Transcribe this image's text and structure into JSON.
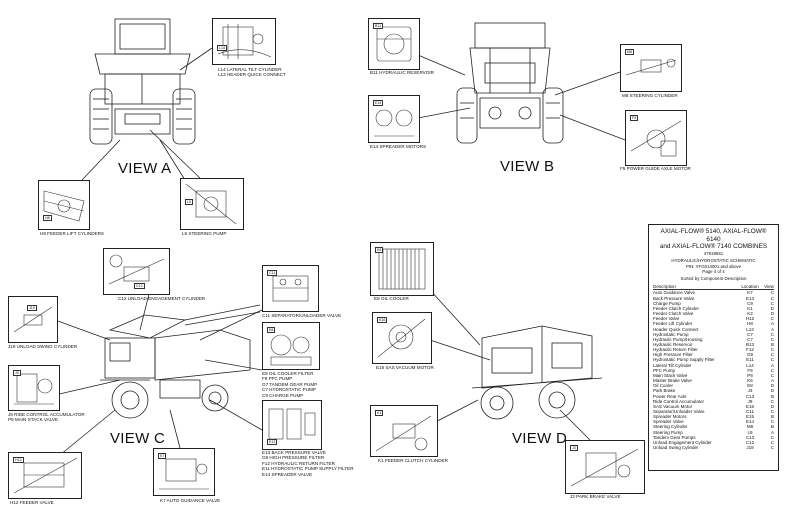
{
  "views": {
    "a": "VIEW A",
    "b": "VIEW B",
    "c": "VIEW C",
    "d": "VIEW D"
  },
  "insets": {
    "lateral_tilt": [
      "L14  LATERAL TILT CYLINDER",
      "L13  HEADER QUICK CONNECT"
    ],
    "feeder_lift": [
      "H8  FEEDER LIFT CYLINDERS"
    ],
    "steering_pump": [
      "L9  STEERING PUMP"
    ],
    "hyd_reservoir": [
      "B11  HYDRAULIC RESERVOIR"
    ],
    "steering_cyl": [
      "M8  STEERING CYLINDER"
    ],
    "spreader_motors": [
      "E14  SPREADER MOTORS"
    ],
    "power_guide": [
      "F5  POWER GUIDE AXLE MOTOR"
    ],
    "unload_engagement": [
      "C12  UNLOAD ENGAGEMENT CYLINDER"
    ],
    "unload_swing": [
      "J19  UNLOAD SWING CYLINDER"
    ],
    "separator_unloader": [
      "C11  SEPARATOR/UNLOADER VALVE"
    ],
    "oil_cooler_filter": [
      "E8  OIL COOLER FILTER",
      "F9  PFC PUMP",
      "G7  TANDEM GEAR PUMP",
      "C7  HYDROSTATIC PUMP",
      "C9  CHARGE PUMP"
    ],
    "ride_control": [
      "J9  RIDE CONTROL ACCUMULATOR",
      "P8  MAIN STACK VALVE"
    ],
    "back_pressure": [
      "E13  BACK PRESSURE VALVE",
      "G9  HIGH PRESSURE FILTER",
      "F12  HYDRAULIC RETURN FILTER",
      "E11  HYDROSTATIC PUMP SUPPLY FILTER",
      "E14  SPREADER VALVE"
    ],
    "feeder_valve": [
      "H12  FEEDER VALVE"
    ],
    "auto_guidance": [
      "K7  AUTO GUIDANCE VALVE"
    ],
    "oil_cooler": [
      "E8  OIL COOLER"
    ],
    "sas_vacuum": [
      "E16  SAS VACUUM MOTOR"
    ],
    "feeder_clutch": [
      "K1  FEEDER CLUTCH CYLINDER"
    ],
    "park_brake": [
      "J3  PARK BRAKE VALVE"
    ]
  },
  "tags": {
    "l14": "L14",
    "h8": "H8",
    "l9": "L9",
    "b11": "B11",
    "m8": "M8",
    "e14": "E14",
    "f5": "F5",
    "c12": "C12",
    "j19": "J19",
    "c11": "C11",
    "e8": "E8",
    "j9": "J9",
    "e13": "E13",
    "h12": "H12",
    "k7": "K7",
    "e16": "E16",
    "k1": "K1",
    "j3": "J3"
  },
  "legend": {
    "title_line1": "AXIAL-FLOW® 5140, AXIAL-FLOW® 6140",
    "title_line2": "and AXIAL-FLOW® 7140 COMBINES",
    "part_number": "47919561",
    "subtitle": "HYDRAULIC/HYDROSTATIC SCHEMATIC",
    "pin": "PIN: YFG014001 and above",
    "page": "Page 4 of 4",
    "sorted": "Sorted by Component Description",
    "col_description": "Description",
    "col_location": "Location",
    "col_view": "View",
    "rows": [
      [
        "Auto Guidance Valve",
        "K7",
        "C"
      ],
      [
        "Back Pressure Valve",
        "E13",
        "C"
      ],
      [
        "Charge Pump",
        "C9",
        "C"
      ],
      [
        "Feeder Clutch Cylinder",
        "K1",
        "D"
      ],
      [
        "Feeder Clutch Valve",
        "K2",
        "D"
      ],
      [
        "Feeder Valve",
        "H12",
        "C"
      ],
      [
        "Feeder Lift Cylinder",
        "H8",
        "A"
      ],
      [
        "Header Quick Connect",
        "L13",
        "A"
      ],
      [
        "Hydrostatic Pump",
        "C7",
        "C"
      ],
      [
        "Hydraulic Pump/Housing",
        "C7",
        "C"
      ],
      [
        "Hydraulic Reservoir",
        "B13",
        "B"
      ],
      [
        "Hydraulic Return Filter",
        "F12",
        "C"
      ],
      [
        "High Pressure Filter",
        "G9",
        "C"
      ],
      [
        "Hydrostatic Pump Supply Filter",
        "E11",
        "C"
      ],
      [
        "Lateral Tilt Cylinder",
        "L14",
        "A"
      ],
      [
        "PFC Pump",
        "F9",
        "C"
      ],
      [
        "Main Stack Valve",
        "P8",
        "C"
      ],
      [
        "Master Brake Valve",
        "K6",
        "A"
      ],
      [
        "Oil Cooler",
        "E8",
        "D"
      ],
      [
        "Park Brake",
        "J3",
        "D"
      ],
      [
        "Power Rear Axle",
        "C13",
        "B"
      ],
      [
        "Ride Control Accumulator",
        "J9",
        "C"
      ],
      [
        "SAS Vacuum Motor",
        "E16",
        "D"
      ],
      [
        "Separator/Unloader Valve",
        "C11",
        "C"
      ],
      [
        "Spreader Motors",
        "E15",
        "B"
      ],
      [
        "Spreader Valve",
        "E14",
        "C"
      ],
      [
        "Steering Cylinder",
        "M8",
        "B"
      ],
      [
        "Steering Pump",
        "L9",
        "A"
      ],
      [
        "Tandem Gear Pumps",
        "C13",
        "C"
      ],
      [
        "Unload Engagement Cylinder",
        "C12",
        "C"
      ],
      [
        "Unload Swing Cylinder",
        "J19",
        "C"
      ]
    ]
  }
}
